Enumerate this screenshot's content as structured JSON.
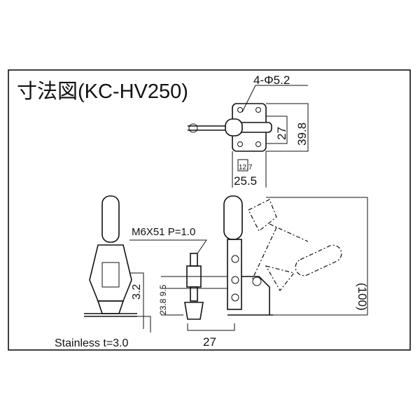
{
  "title": "寸法図(KC-HV250)",
  "top_view": {
    "holes": "4-Φ5.2",
    "dim_27": "27",
    "dim_39_8": "39.8",
    "dim_12_7": "12.7",
    "dim_25_5": "25.5"
  },
  "side_view": {
    "thread": "M6X51 P=1.0",
    "dim_stack": "23.8 9.5",
    "dim_27": "27",
    "dim_100": "(100)",
    "dim_3_2": "3.2",
    "material": "Stainless t=3.0"
  }
}
